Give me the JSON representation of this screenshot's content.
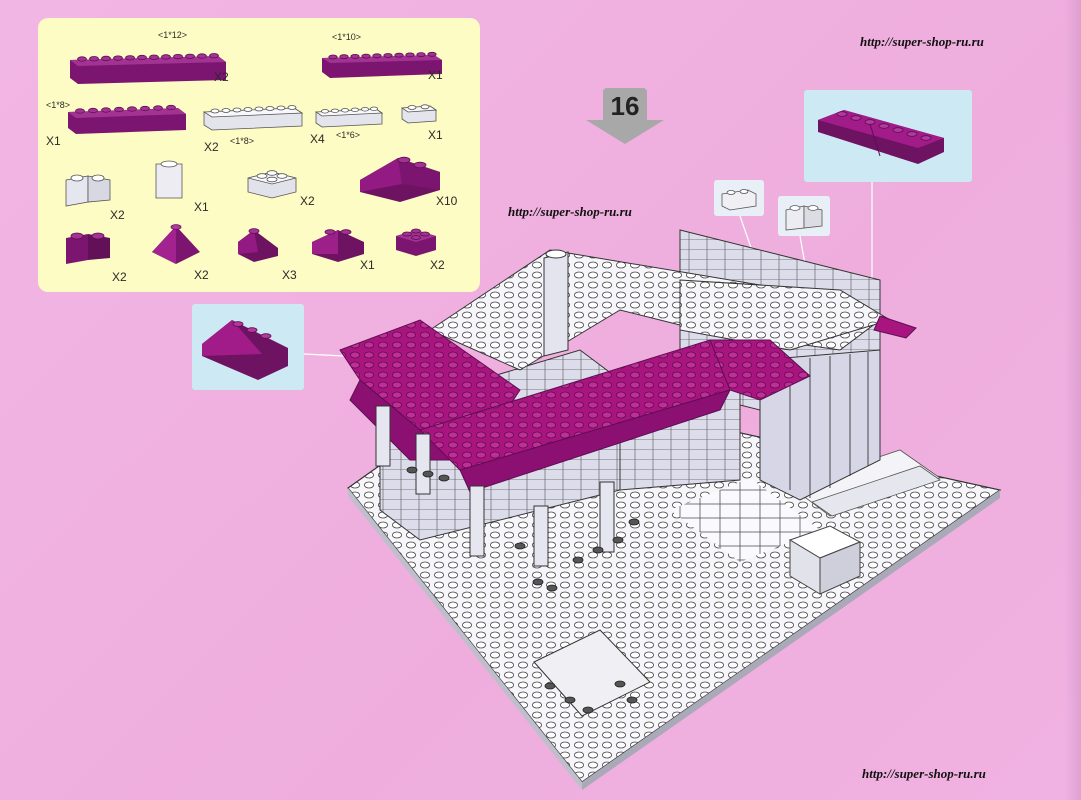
{
  "urls": {
    "top_right": "http://super-shop-ru.ru",
    "middle": "http://super-shop-ru.ru",
    "bottom_right": "http://super-shop-ru.ru"
  },
  "step": {
    "number": "16"
  },
  "parts_panel": {
    "dims": {
      "d1x12": "<1*12>",
      "d1x10": "<1*10>",
      "d1x8_left": "<1*8>",
      "d1x8_white": "<1*8>",
      "d1x6": "<1*6>"
    },
    "quantities": {
      "q_1x12": "X2",
      "q_1x10": "X1",
      "q_1x8_purple": "X1",
      "q_1x8_white": "X2",
      "q_1x6_white": "X4",
      "q_1x2_white": "X1",
      "q_corner_white": "X2",
      "q_1x1_tall": "X1",
      "q_2x2_white": "X2",
      "q_slope_large": "X10",
      "q_corner_purple": "X2",
      "q_peak": "X2",
      "q_slope_small": "X3",
      "q_slope_2x2": "X1",
      "q_2x2_purple": "X2"
    }
  },
  "colors": {
    "background": "#f0b0e0",
    "panel": "#fdfcc4",
    "purple_brick": "#8a1a78",
    "magenta_roof": "#b0197f",
    "white_brick": "#f2f2f6"
  }
}
